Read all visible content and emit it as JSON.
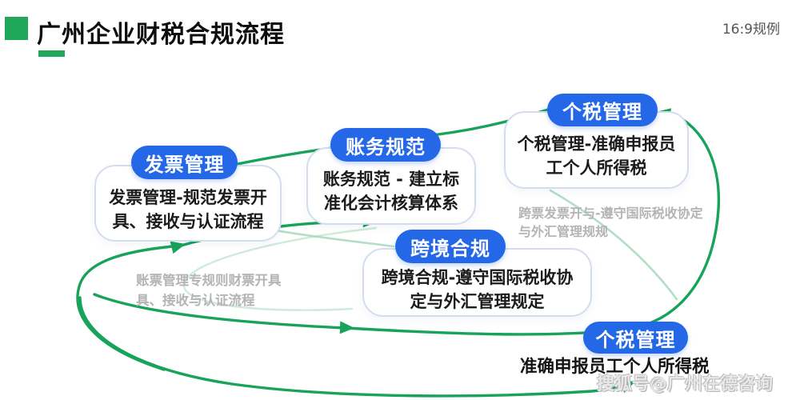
{
  "header": {
    "title": "广州企业财税合规流程",
    "ratio_label": "16:9规例"
  },
  "nodes": [
    {
      "badge": "发票管理",
      "desc": "发票管理-规范发票开具、接收与认证流程"
    },
    {
      "badge": "账务规范",
      "desc": "账务规范 - 建立标准化会计核算体系"
    },
    {
      "badge": "个税管理",
      "desc": "个税管理-准确申报员工个人所得税"
    },
    {
      "badge": "跨境合规",
      "desc": "跨境合规-遵守国际税收协定与外汇管理规定"
    },
    {
      "badge": "个税管理",
      "desc": "准确申报员工个人所得税"
    }
  ],
  "ghost_texts": [
    {
      "line1": "跨票发票开与-遵守国际税收协定",
      "line2": "与外汇管理规规"
    },
    {
      "line1": "账票管理专规则财票开具",
      "line2": "具、接收与认证流程"
    }
  ],
  "watermark": "搜狐号@广州在德咨询",
  "colors": {
    "accent_green": "#17a35a",
    "header_green": "#1fa75a",
    "badge_blue": "#2468e8",
    "ghost_gray": "#b4b4b4",
    "card_border": "#d3ddef"
  }
}
